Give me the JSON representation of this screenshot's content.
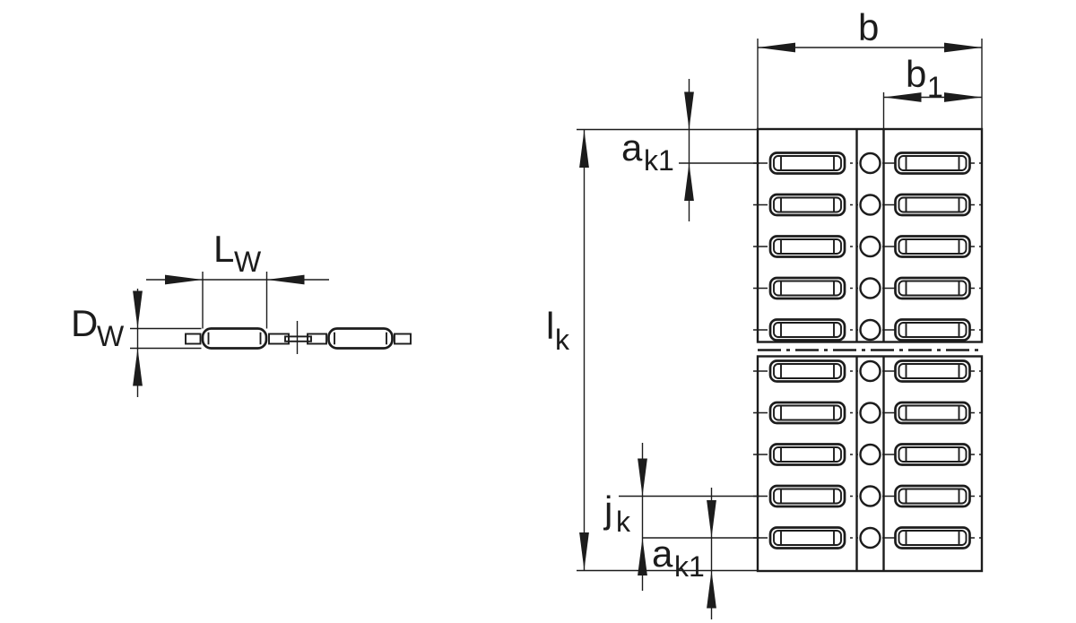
{
  "figure": {
    "colors": {
      "background": "#ffffff",
      "ink": "#1c1c1c"
    },
    "side_view": {
      "roller_count": 2,
      "labels": {
        "LW": {
          "main": "L",
          "sub": "W"
        },
        "DW": {
          "main": "D",
          "sub": "W"
        }
      }
    },
    "top_view": {
      "plates": 2,
      "roller_rows_per_plate": 5,
      "roller_columns": 2,
      "spacer_holes_per_plate": 5,
      "labels": {
        "b": {
          "main": "b",
          "sub": ""
        },
        "b1": {
          "main": "b",
          "sub": "1"
        },
        "ak1_top": {
          "main": "a",
          "sub": "k1"
        },
        "lk": {
          "main": "l",
          "sub": "k"
        },
        "jk": {
          "main": "j",
          "sub": "k"
        },
        "ak1_bottom": {
          "main": "a",
          "sub": "k1"
        }
      }
    }
  }
}
